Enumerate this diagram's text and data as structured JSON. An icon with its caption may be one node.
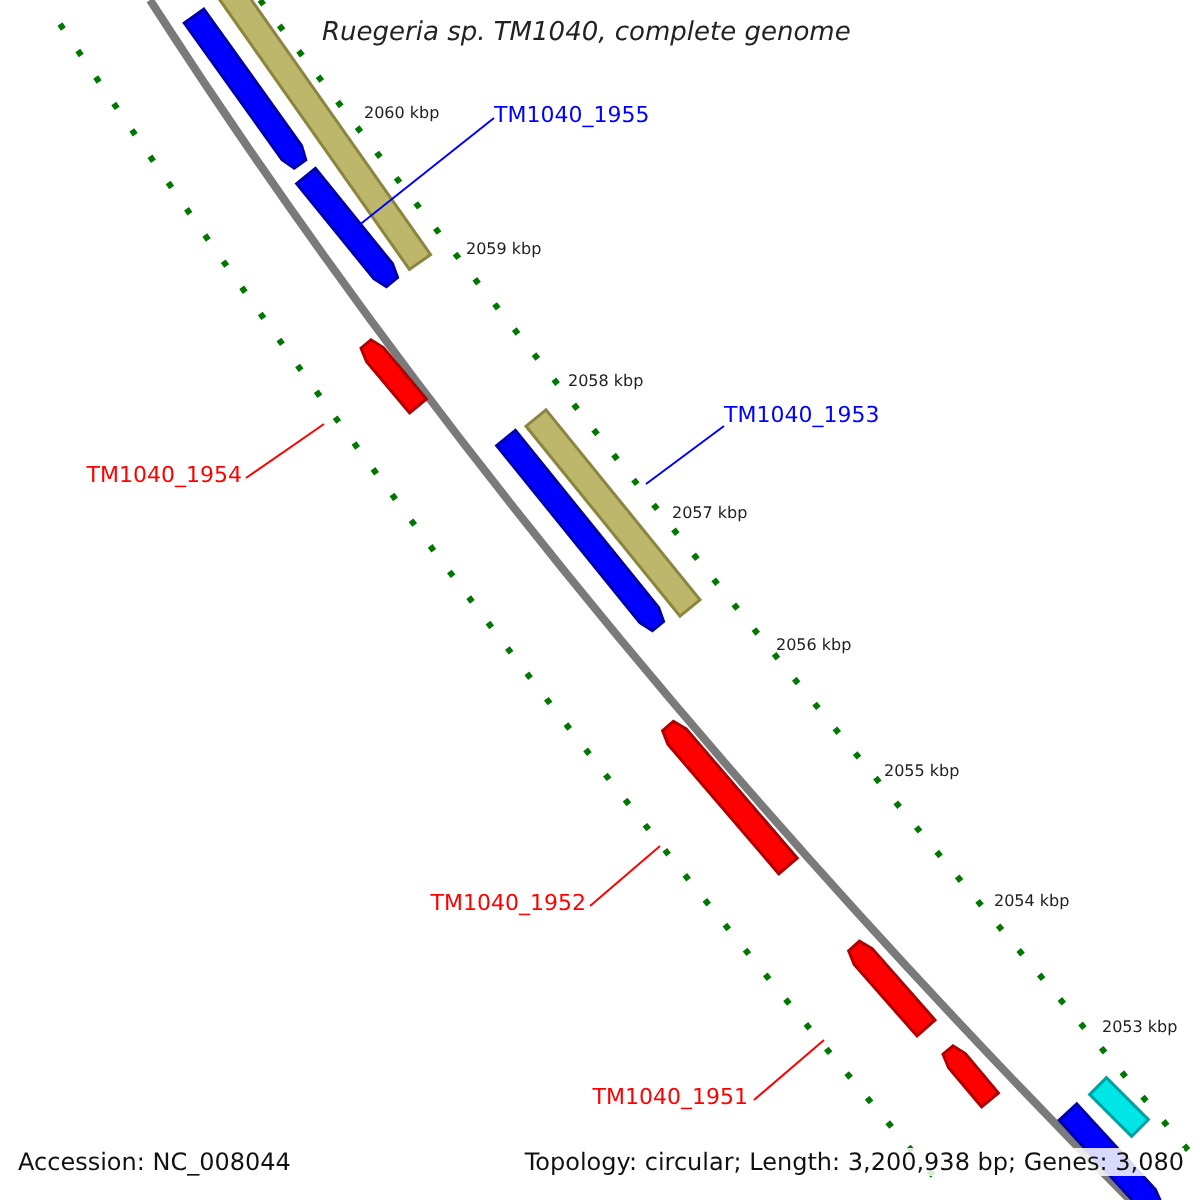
{
  "diagram": {
    "title": "Ruegeria sp. TM1040, complete genome",
    "nodes": [
      {
        "text": [],
        "shape": "bar"
      },
      {
        "text": [],
        "shape": "arrow"
      },
      {
        "text": [
          "TM1040_1955"
        ]
      },
      {
        "text": [],
        "shape": "arrow"
      },
      {
        "text": [],
        "shape": "arrow"
      },
      {
        "text": [
          "TM1040_1954"
        ]
      },
      {
        "text": [],
        "shape": "bar"
      },
      {
        "text": [
          "TM1040_1953"
        ]
      },
      {
        "text": [],
        "shape": "arrow"
      },
      {
        "text": [],
        "shape": "arrow"
      },
      {
        "text": [
          "TM1040_1952"
        ]
      },
      {
        "text": [],
        "shape": "arrow"
      },
      {
        "text": [
          "TM1040_1951"
        ]
      },
      {
        "text": [],
        "shape": "arrow"
      },
      {
        "text": [],
        "shape": "bar"
      },
      {
        "text": [],
        "shape": "arrow"
      }
    ],
    "edges": [
      {
        "from": 2,
        "to": 3,
        "arrow": "none",
        "color": "#0000ff"
      },
      {
        "from": 5,
        "to": 4,
        "arrow": "none"
      },
      {
        "from": 7,
        "to": 8,
        "arrow": "none",
        "color": "#0000ff"
      },
      {
        "from": 10,
        "to": 9,
        "arrow": "none"
      },
      {
        "from": 12,
        "to": 11,
        "arrow": "none"
      }
    ],
    "labels": [
      "2060 kbp",
      "2059 kbp",
      "2058 kbp",
      "2057 kbp",
      "2056 kbp",
      "2055 kbp",
      "2054 kbp",
      "2053 kbp",
      "Accession: NC_008044",
      "Topology: circular; Length: 3,200,938 bp; Genes: 3,080"
    ]
  }
}
